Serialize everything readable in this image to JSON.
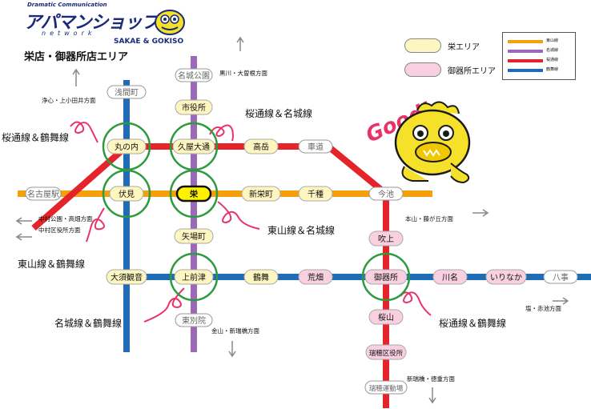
{
  "header": {
    "tagline": "Dramatic Communication",
    "brand": "アパマンショップ",
    "brand_sub": "network",
    "brand_en": "SAKAE & GOKISO",
    "area_title": "栄店・御器所店エリア"
  },
  "legend": {
    "sakae_area": "栄エリア",
    "gokiso_area": "御器所エリア",
    "sakae_color": "#fdf6c0",
    "gokiso_color": "#f9d0e0"
  },
  "line_legend": [
    {
      "label": "東山線",
      "color": "#f5a00a"
    },
    {
      "label": "名城線",
      "color": "#9a6ab8"
    },
    {
      "label": "桜通線",
      "color": "#e5232a"
    },
    {
      "label": "鶴舞線",
      "color": "#1f6bb5"
    }
  ],
  "mascot_text": "Good!",
  "stations": [
    {
      "label": "名古屋駅",
      "style": "white"
    },
    {
      "label": "伏見",
      "style": "yellow"
    },
    {
      "label": "栄",
      "style": "highlight"
    },
    {
      "label": "新栄町",
      "style": "yellow"
    },
    {
      "label": "千種",
      "style": "yellow"
    },
    {
      "label": "今池",
      "style": "white"
    },
    {
      "label": "丸の内",
      "style": "yellow"
    },
    {
      "label": "久屋大通",
      "style": "yellow"
    },
    {
      "label": "高岳",
      "style": "yellow"
    },
    {
      "label": "車道",
      "style": "white"
    },
    {
      "label": "浅間町",
      "style": "white"
    },
    {
      "label": "名城公園",
      "style": "white"
    },
    {
      "label": "市役所",
      "style": "yellow"
    },
    {
      "label": "矢場町",
      "style": "yellow"
    },
    {
      "label": "上前津",
      "style": "yellow"
    },
    {
      "label": "東別院",
      "style": "white"
    },
    {
      "label": "大須観音",
      "style": "yellow"
    },
    {
      "label": "鶴舞",
      "style": "yellow"
    },
    {
      "label": "荒畑",
      "style": "pink"
    },
    {
      "label": "御器所",
      "style": "pink"
    },
    {
      "label": "川名",
      "style": "pink"
    },
    {
      "label": "いりなか",
      "style": "pink"
    },
    {
      "label": "八事",
      "style": "white"
    },
    {
      "label": "吹上",
      "style": "pink"
    },
    {
      "label": "桜山",
      "style": "pink"
    },
    {
      "label": "瑞穂区役所",
      "style": "pink"
    },
    {
      "label": "瑞穂運動場",
      "style": "white"
    }
  ],
  "callouts": [
    "桜通線＆鶴舞線",
    "桜通線＆名城線",
    "東山線＆名城線",
    "東山線＆鶴舞線",
    "名城線＆鶴舞線",
    "桜通線＆鶴舞線"
  ],
  "directions": [
    "浄心・上小田井方面",
    "黒川・大曽根方面",
    "中村公園・高畑方面",
    "中村区役所方面",
    "本山・藤が丘方面",
    "金山・新瑞橋方面",
    "新瑞橋・徳重方面",
    "塩・赤池方面"
  ]
}
